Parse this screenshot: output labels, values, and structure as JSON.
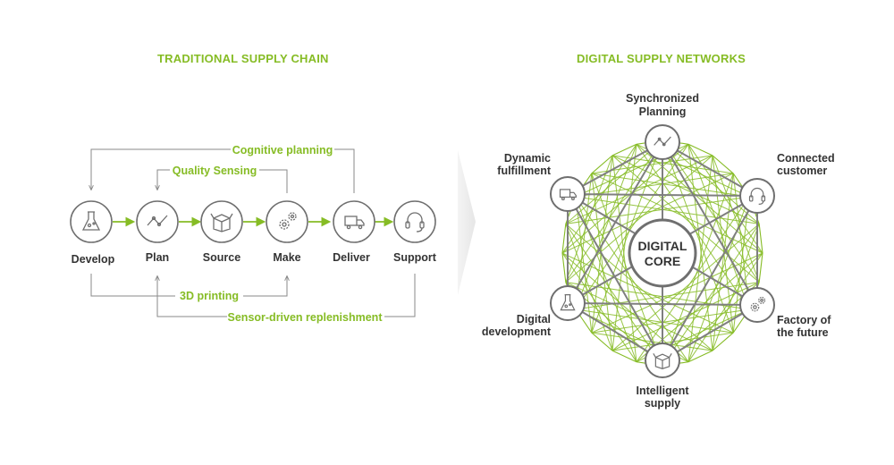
{
  "left_panel": {
    "title": "TRADITIONAL SUPPLY CHAIN",
    "stages": [
      {
        "label": "Develop",
        "icon": "flask-icon"
      },
      {
        "label": "Plan",
        "icon": "line-chart-icon"
      },
      {
        "label": "Source",
        "icon": "box-icon"
      },
      {
        "label": "Make",
        "icon": "gears-icon"
      },
      {
        "label": "Deliver",
        "icon": "truck-icon"
      },
      {
        "label": "Support",
        "icon": "headset-icon"
      }
    ],
    "feedback_loops": {
      "cognitive_planning": "Cognitive planning",
      "quality_sensing": "Quality Sensing",
      "printing_3d": "3D printing",
      "sensor_replenishment": "Sensor-driven replenishment"
    }
  },
  "right_panel": {
    "title": "DIGITAL SUPPLY NETWORKS",
    "core": [
      "DIGITAL",
      "CORE"
    ],
    "nodes": [
      {
        "lines": [
          "Synchronized",
          "Planning"
        ],
        "icon": "line-chart-icon"
      },
      {
        "lines": [
          "Connected",
          "customer"
        ],
        "icon": "headset-icon"
      },
      {
        "lines": [
          "Factory of",
          "the future"
        ],
        "icon": "gears-icon"
      },
      {
        "lines": [
          "Intelligent",
          "supply"
        ],
        "icon": "box-icon"
      },
      {
        "lines": [
          "Digital",
          "development"
        ],
        "icon": "flask-icon"
      },
      {
        "lines": [
          "Dynamic",
          "fulfillment"
        ],
        "icon": "truck-icon"
      }
    ]
  },
  "colors": {
    "accent_green": "#86bc25",
    "dark_text": "#333333",
    "line_gray": "#7f7f7f",
    "circle_stroke": "#6f6f6f",
    "divider_gray": "#eeeeee"
  }
}
